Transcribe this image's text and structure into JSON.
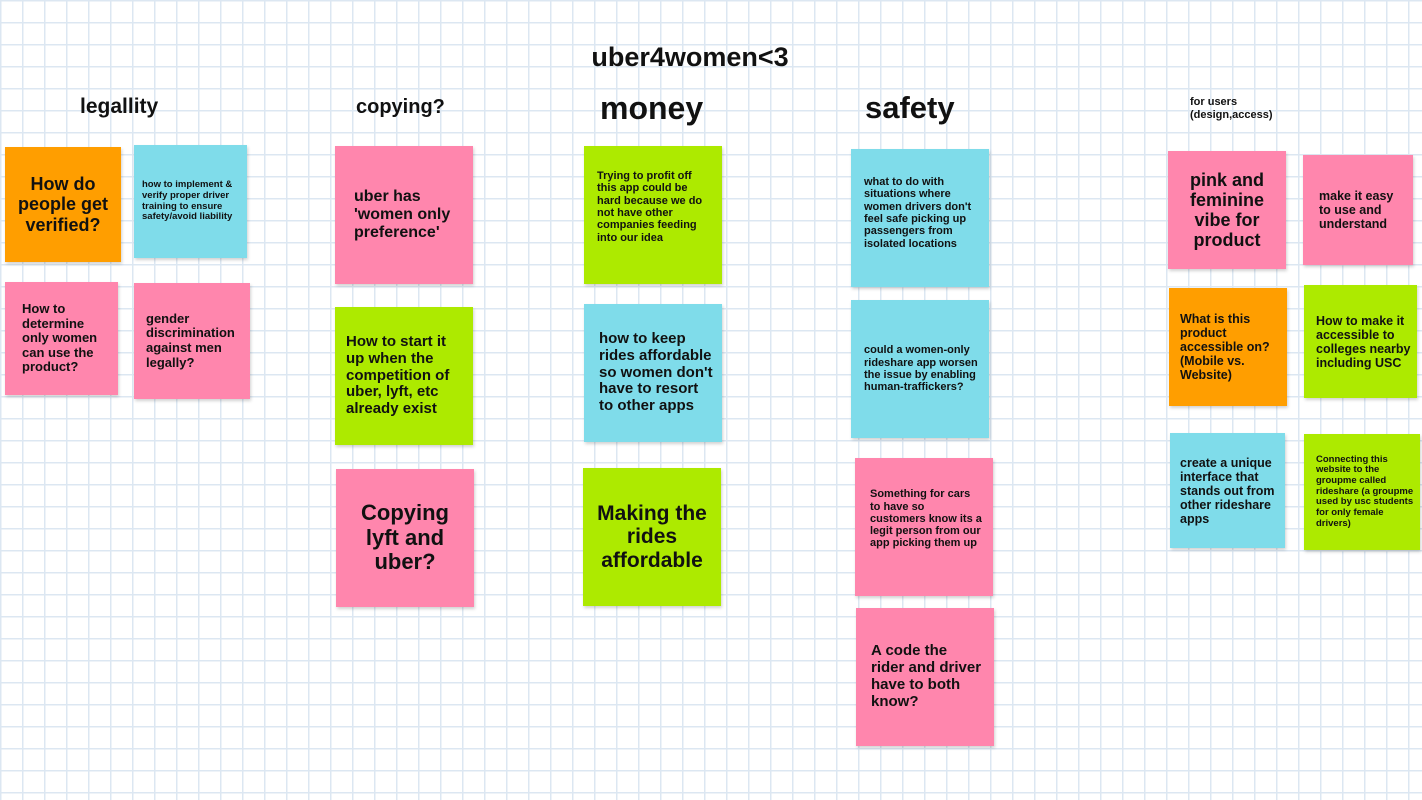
{
  "board_title": "uber4women<3",
  "colors": {
    "orange": "#ff9e00",
    "blue": "#7fdcea",
    "pink": "#ff86ad",
    "green": "#adea00",
    "grid": "#dce7f2",
    "text": "#111111"
  },
  "headings": {
    "legality": "legallity",
    "copying": "copying?",
    "money": "money",
    "safety": "safety",
    "users": "for users (design,access)"
  },
  "notes": {
    "legal_verified": "How do people get verified?",
    "legal_training": "how to implement & verify proper driver training to ensure safety/avoid liability",
    "legal_women_only": "How to determine only women can use the product?",
    "legal_discrimination": "gender discrimination against men legally?",
    "copy_preference": "uber has 'women only preference'",
    "copy_competition": "How to start it up when the competition of uber, lyft, etc already exist",
    "copy_lyft_uber": "Copying lyft and uber?",
    "money_profit": "Trying to profit off this app could be hard because we do not have other companies feeding into our idea",
    "money_affordable": "how to keep rides affordable so women don't have to resort to other apps",
    "money_making": "Making the rides affordable",
    "safety_isolated": "what to do with situations where women drivers don't feel safe picking up passengers from isolated locations",
    "safety_trafficking": "could a women-only rideshare app worsen the issue by enabling human-traffickers?",
    "safety_legit": "Something for cars to have so customers know its a legit person from our app picking them up",
    "safety_code": "A code the rider and driver have to both know?",
    "users_pink": "pink and feminine vibe for product",
    "users_easy": "make it easy to use and understand",
    "users_accessible_on": "What is this product accessible on? (Mobile vs. Website)",
    "users_colleges": "How to make it accessible to colleges nearby including USC",
    "users_interface": "create a unique interface that stands out from other rideshare apps",
    "users_groupme": "Connecting this website to the groupme called rideshare (a groupme used by usc students for only female drivers)"
  }
}
